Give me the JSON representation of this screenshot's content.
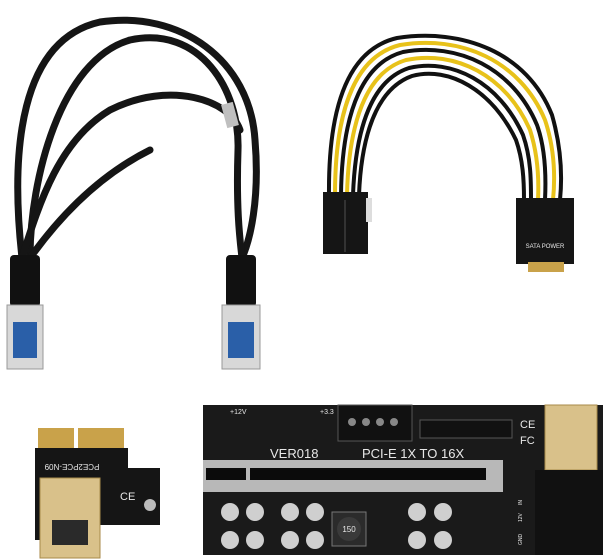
{
  "scene": {
    "description": "Product photo of a PCI-E riser kit: USB 3.0 cable, 6-pin PCIe to SATA power cable, 1x adapter card, riser board",
    "background": "#ffffff"
  },
  "riser_board": {
    "version_label": "VER018",
    "model_label": "PCI-E 1X TO 16X",
    "voltage_12v": "+12V",
    "voltage_3v3": "+3.3",
    "inductor_label": "150",
    "power_in_labels": [
      "GND",
      "12V",
      "IN"
    ],
    "certifications": [
      "CE",
      "FC"
    ],
    "board_color": "#1a1a1a",
    "slot_color": "#b8b8b8"
  },
  "adapter_card": {
    "model_label": "PCE2PCE-N09",
    "certification": "CE",
    "contact_color": "#c9a24a"
  },
  "power_cable": {
    "connector_a": "6-pin PCIe",
    "connector_b": "SATA POWER",
    "wire_colors": [
      "#1a1a1a",
      "#e8c21a"
    ]
  },
  "usb_cable": {
    "connector": "USB 3.0 Type-A",
    "insert_color": "#2a5fa8"
  }
}
